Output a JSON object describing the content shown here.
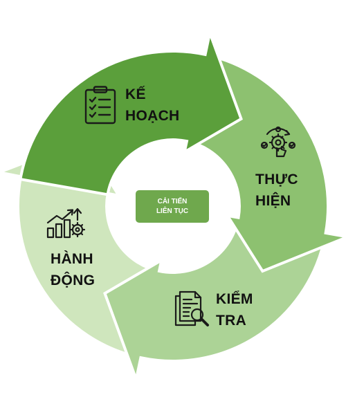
{
  "diagram": {
    "center": {
      "line1": "CẢI TIẾN",
      "line2": "LIÊN TỤC"
    },
    "segments": [
      {
        "id": "plan",
        "line1": "KẾ",
        "line2": "HOẠCH",
        "color": "#5b9f3b",
        "icon": "checklist-icon"
      },
      {
        "id": "do",
        "line1": "THỰC",
        "line2": "HIỆN",
        "color": "#8dc170",
        "icon": "gear-process-icon"
      },
      {
        "id": "check",
        "line1": "KIỂM",
        "line2": "TRA",
        "color": "#acd396",
        "icon": "document-search-icon"
      },
      {
        "id": "act",
        "line1": "HÀNH",
        "line2": "ĐỘNG",
        "color": "#cfe6bd",
        "icon": "growth-chart-icon"
      }
    ]
  }
}
